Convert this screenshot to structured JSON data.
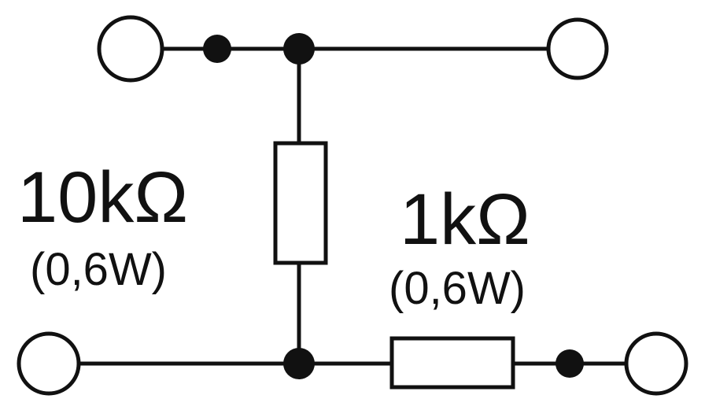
{
  "diagram": {
    "type": "resistor voltage divider schematic",
    "components": [
      {
        "id": "R1",
        "value": "10kΩ",
        "rating": "(0,6W)",
        "orientation": "vertical"
      },
      {
        "id": "R2",
        "value": "1kΩ",
        "rating": "(0,6W)",
        "orientation": "horizontal"
      }
    ],
    "terminals": [
      "top-left",
      "top-right",
      "bottom-left",
      "bottom-right"
    ],
    "colors": {
      "line": "#111111",
      "background": "#ffffff"
    }
  }
}
